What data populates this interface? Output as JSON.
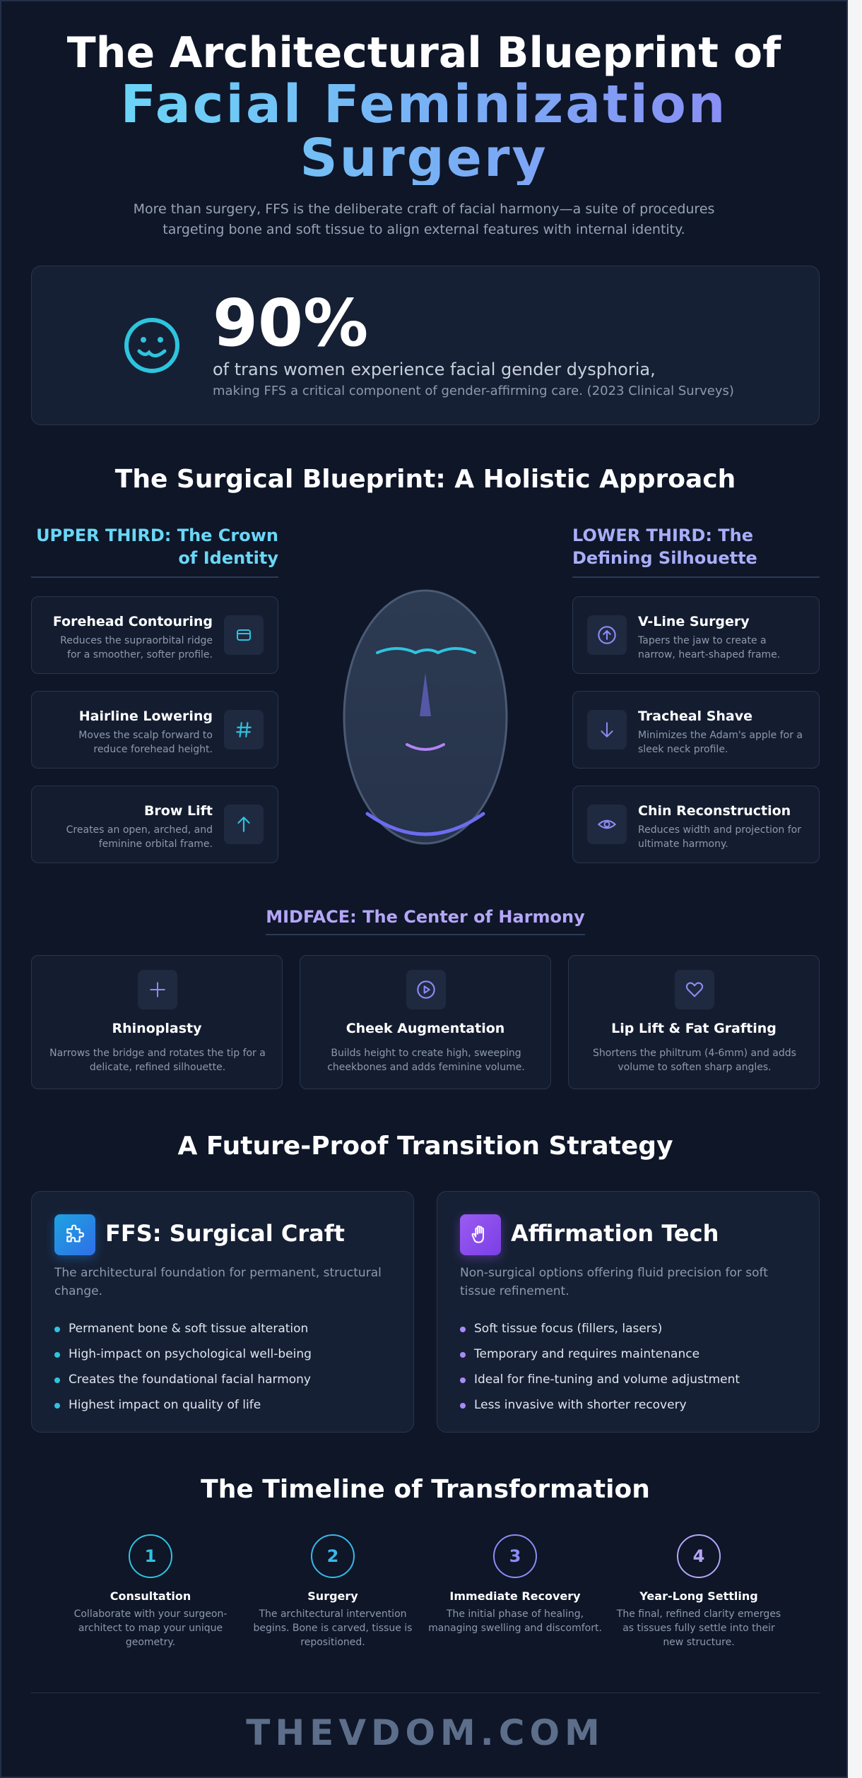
{
  "hero": {
    "title_line1": "The Architectural Blueprint of",
    "title_line2": "Facial Feminization Surgery",
    "subtitle": "More than surgery, FFS is the deliberate craft of facial harmony—a suite of procedures targeting bone and soft tissue to align external features with internal identity."
  },
  "stat": {
    "icon": "smile-icon",
    "value": "90%",
    "text": "of trans women experience facial gender dysphoria,",
    "note": "making FFS a critical component of gender-affirming care. (2023 Clinical Surveys)"
  },
  "blueprint": {
    "title": "The Surgical Blueprint: A Holistic Approach",
    "upper": {
      "heading": "UPPER THIRD: The Crown of Identity",
      "items": [
        {
          "title": "Forehead Contouring",
          "desc": "Reduces the supraorbital ridge for a smoother, softer profile.",
          "icon": "card-icon"
        },
        {
          "title": "Hairline Lowering",
          "desc": "Moves the scalp forward to reduce forehead height.",
          "icon": "hash-icon"
        },
        {
          "title": "Brow Lift",
          "desc": "Creates an open, arched, and feminine orbital frame.",
          "icon": "arrow-up-icon"
        }
      ]
    },
    "lower": {
      "heading": "LOWER THIRD: The Defining Silhouette",
      "items": [
        {
          "title": "V-Line Surgery",
          "desc": "Tapers the jaw to create a narrow, heart-shaped frame.",
          "icon": "arrow-up-circle-icon"
        },
        {
          "title": "Tracheal Shave",
          "desc": "Minimizes the Adam's apple for a sleek neck profile.",
          "icon": "arrow-down-icon"
        },
        {
          "title": "Chin Reconstruction",
          "desc": "Reduces width and projection for ultimate harmony.",
          "icon": "eye-icon"
        }
      ]
    },
    "mid": {
      "heading": "MIDFACE: The Center of Harmony",
      "items": [
        {
          "title": "Rhinoplasty",
          "desc": "Narrows the bridge and rotates the tip for a delicate, refined silhouette.",
          "icon": "plus-icon"
        },
        {
          "title": "Cheek Augmentation",
          "desc": "Builds height to create high, sweeping cheekbones and adds feminine volume.",
          "icon": "play-circle-icon"
        },
        {
          "title": "Lip Lift & Fat Grafting",
          "desc": "Shortens the philtrum (4-6mm) and adds volume to soften sharp angles.",
          "icon": "heart-icon"
        }
      ]
    }
  },
  "strategy": {
    "title": "A Future-Proof Transition Strategy",
    "ffs": {
      "title": "FFS: Surgical Craft",
      "icon": "puzzle-icon",
      "desc": "The architectural foundation for permanent, structural change.",
      "items": [
        "Permanent bone & soft tissue alteration",
        "High-impact on psychological well-being",
        "Creates the foundational facial harmony",
        "Highest impact on quality of life"
      ]
    },
    "tech": {
      "title": "Affirmation Tech",
      "icon": "hand-icon",
      "desc": "Non-surgical options offering fluid precision for soft tissue refinement.",
      "items": [
        "Soft tissue focus (fillers, lasers)",
        "Temporary and requires maintenance",
        "Ideal for fine-tuning and volume adjustment",
        "Less invasive with shorter recovery"
      ]
    }
  },
  "timeline": {
    "title": "The Timeline of Transformation",
    "steps": [
      {
        "num": "1",
        "title": "Consultation",
        "desc": "Collaborate with your surgeon-architect to map your unique geometry."
      },
      {
        "num": "2",
        "title": "Surgery",
        "desc": "The architectural intervention begins. Bone is carved, tissue is repositioned."
      },
      {
        "num": "3",
        "title": "Immediate Recovery",
        "desc": "The initial phase of healing, managing swelling and discomfort."
      },
      {
        "num": "4",
        "title": "Year-Long Settling",
        "desc": "The final, refined clarity emerges as tissues fully settle into their new structure."
      }
    ]
  },
  "footer": {
    "brand": "THEVDOM.COM"
  },
  "colors": {
    "cyan": "#2ec4de",
    "violet": "#8c8cf5",
    "purple": "#b5a6f7",
    "cyan_light": "#6ad7f6"
  }
}
